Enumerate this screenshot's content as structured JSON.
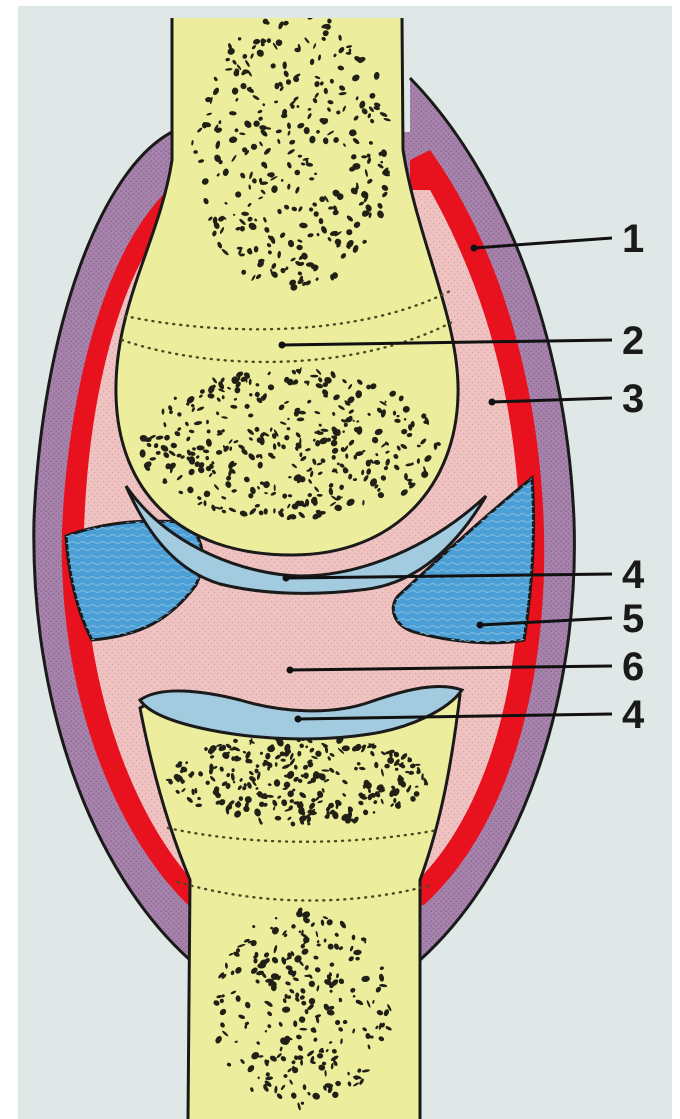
{
  "labels": {
    "n1": "1",
    "n2": "2",
    "n3": "3",
    "n4a": "4",
    "n5": "5",
    "n6": "6",
    "n4b": "4"
  },
  "colors": {
    "page": "#ffffff",
    "background": "#dfe8e6",
    "bone": "#eded9e",
    "bone_speckle": "#202016",
    "capsule": "#a884ad",
    "synovial_membrane": "#e7121e",
    "cavity": "#f0c3c3",
    "cartilage": "#a3cbdf",
    "meniscus": "#4a9fd6",
    "leader_line": "#111111"
  }
}
